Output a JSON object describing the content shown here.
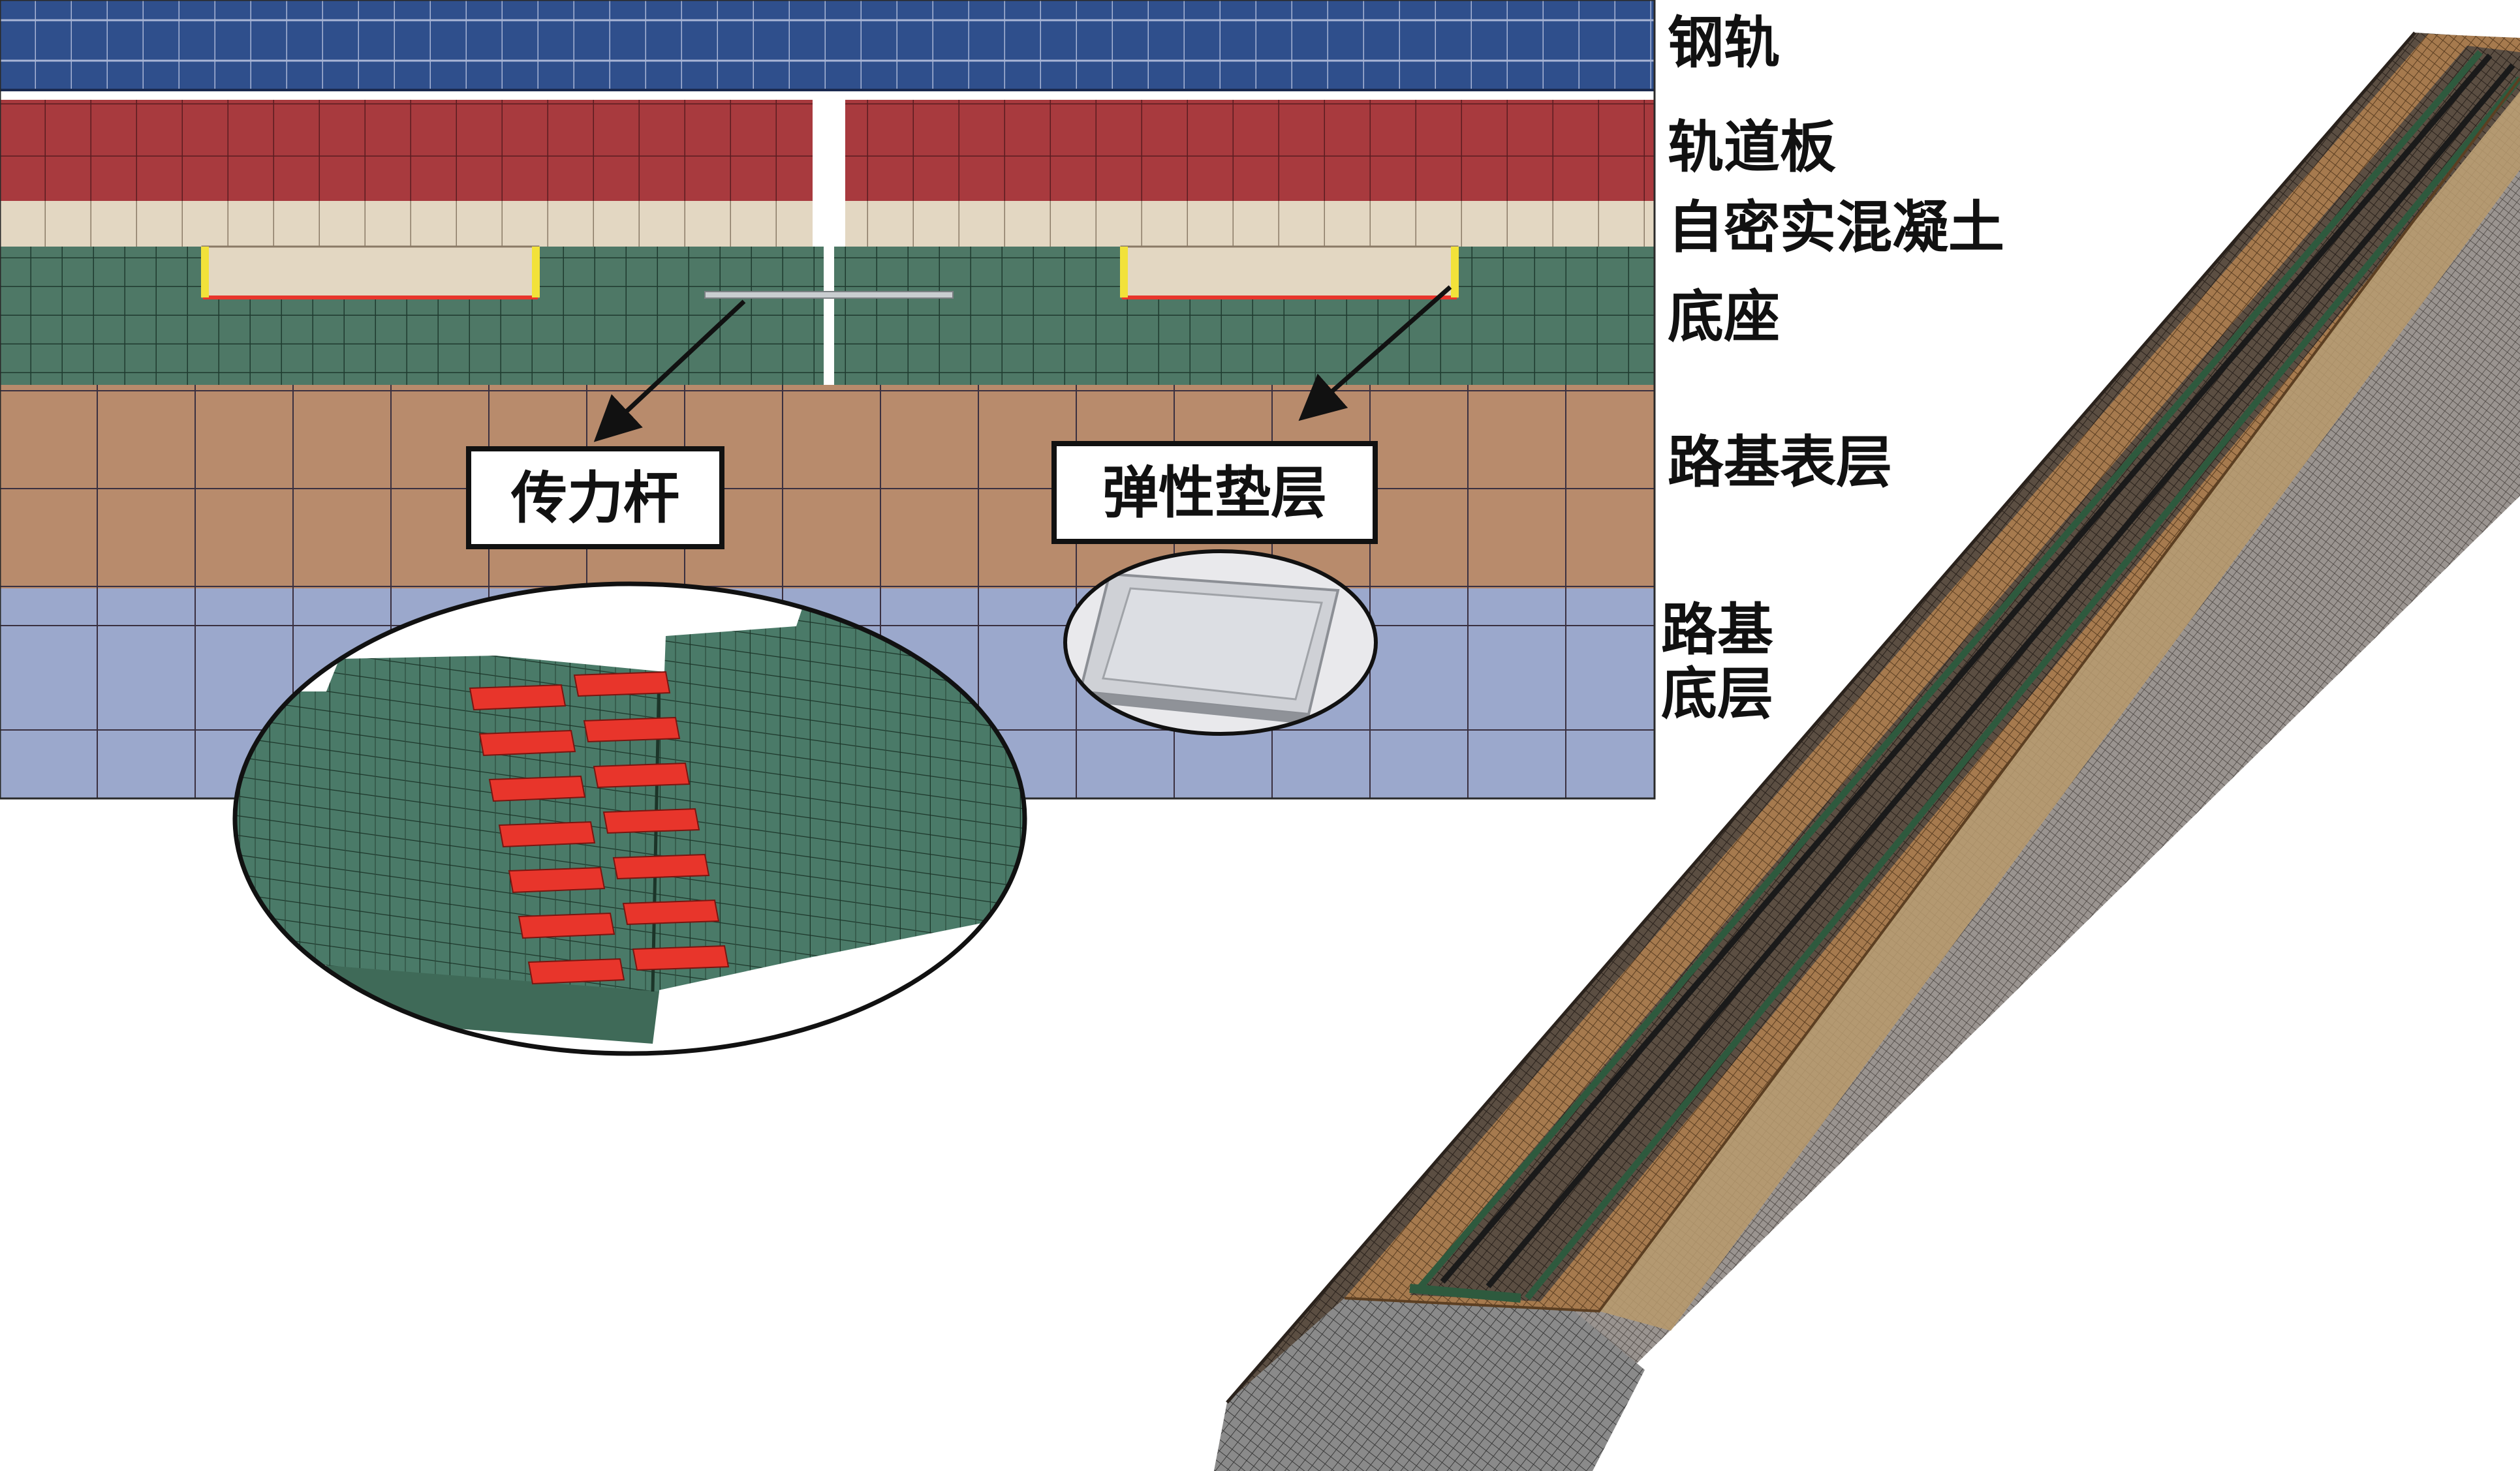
{
  "layer_labels": {
    "rail": "钢轨",
    "track_slab": "轨道板",
    "scc": "自密实混凝土",
    "base": "底座",
    "subgrade_surface": "路基表层",
    "subgrade_bottom_line1": "路基",
    "subgrade_bottom_line2": "底层"
  },
  "callouts": {
    "dowel_bar": "传力杆",
    "elastic_cushion": "弹性垫层"
  },
  "colors": {
    "rail": "#2f4f8c",
    "track_slab": "#a83a3e",
    "scc": "#e3d7c2",
    "base": "#4e7866",
    "subgrade_surface": "#b88b6c",
    "subgrade_bottom": "#9ba8cc",
    "dowel": "#e8352b",
    "cushion_edge": "#f2e23a",
    "cushion_line": "#e8352b",
    "mesh_line": "#3a3040"
  }
}
